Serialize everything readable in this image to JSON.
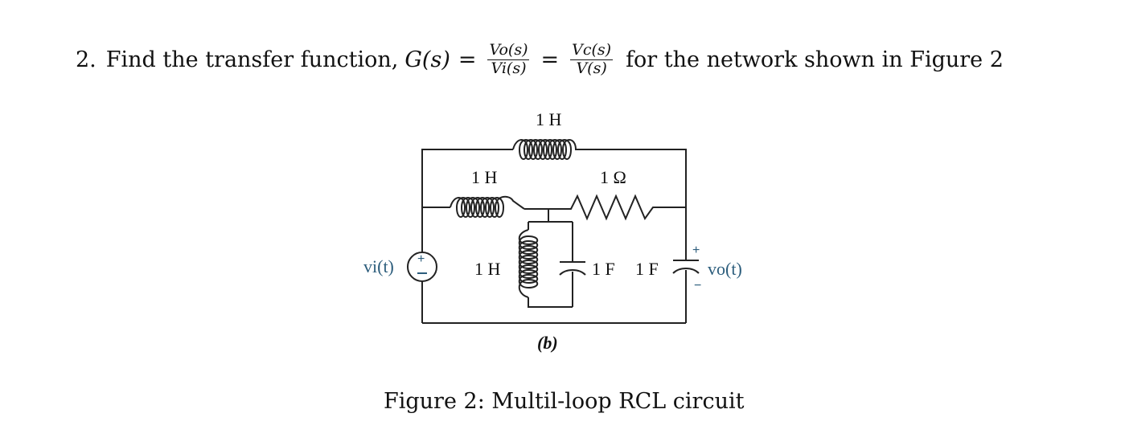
{
  "problem": {
    "number": "2.",
    "lead_text": "Find the transfer function,",
    "g_symbol": "G(s)",
    "equals": "=",
    "frac1_num": "Vo(s)",
    "frac1_den": "Vi(s)",
    "frac2_num": "Vc(s)",
    "frac2_den": "V(s)",
    "trailing_text": "for the network shown in Figure 2"
  },
  "circuit": {
    "top_inductor_label": "1 H",
    "middle_inductor_label": "1 H",
    "resistor_label": "1 Ω",
    "vertical_inductor_label": "1 H",
    "middle_capacitor_label": "1 F",
    "right_capacitor_label": "1 F",
    "source_label": "vi(t)",
    "output_label": "vo(t)",
    "output_plus": "+",
    "output_minus": "−",
    "subfigure_label": "(b)"
  },
  "caption": "Figure 2: Multil-loop RCL circuit"
}
